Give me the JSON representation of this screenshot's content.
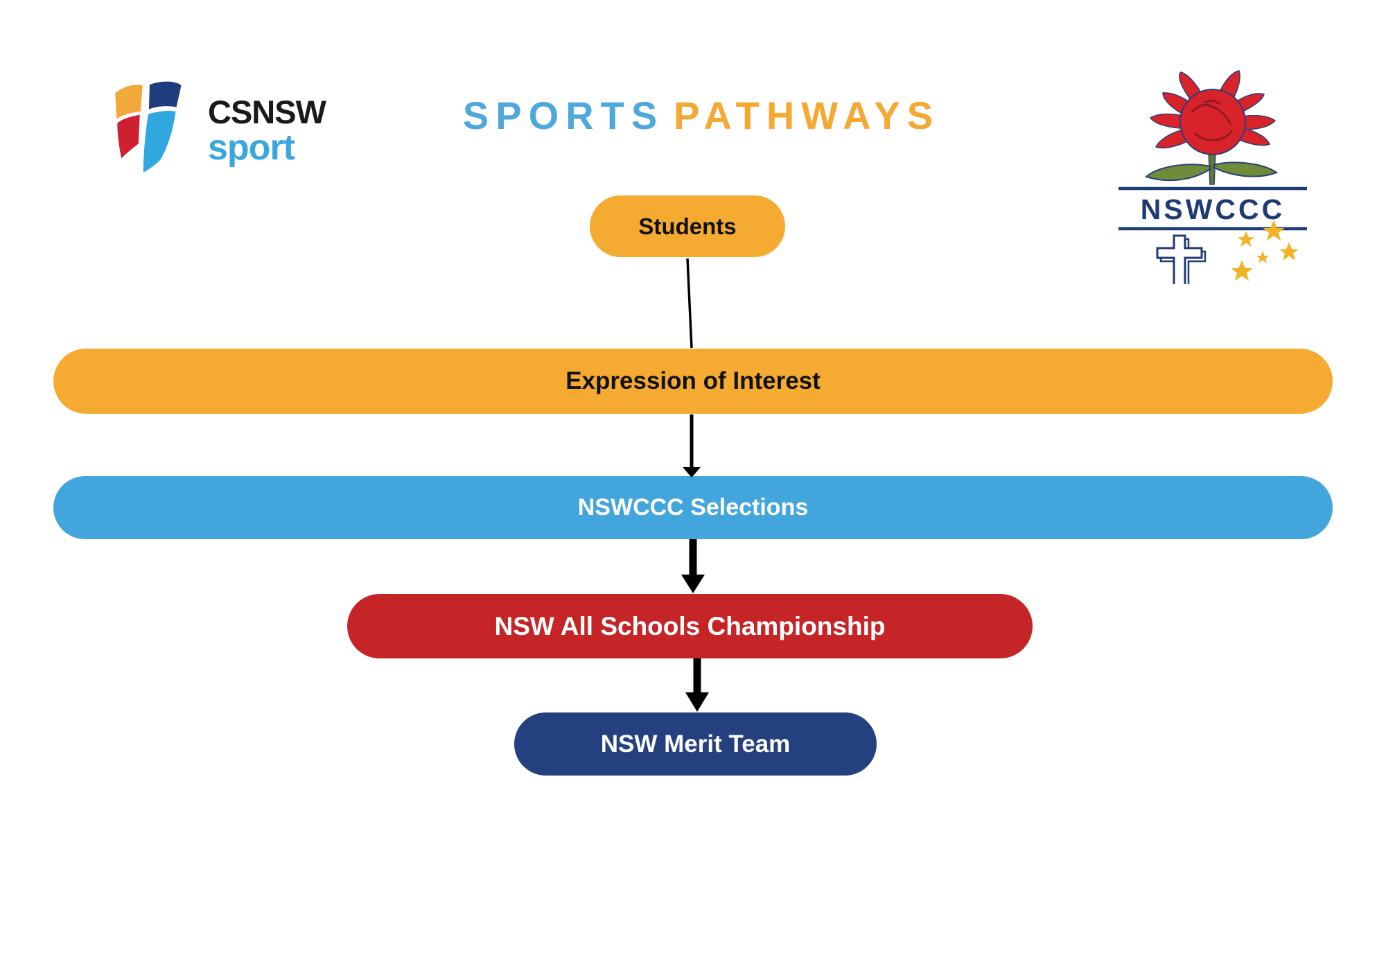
{
  "csnsw_logo": {
    "title": "CSNSW",
    "subtitle": "sport",
    "colors": {
      "quad_yellow": "#F2A93B",
      "quad_navy": "#1F3C7C",
      "quad_red": "#CE2030",
      "quad_blue": "#2FA8E0",
      "title_black": "#1a1a1a",
      "subtitle_blue": "#3AA6DE"
    }
  },
  "title": {
    "word1": "SPORTS",
    "word2": "PATHWAYS",
    "word1_color": "#4FA8DC",
    "word2_color": "#F5A832"
  },
  "nswccc_logo": {
    "label": "NSWCCC",
    "navy": "#1F3B75",
    "flower_red": "#D8232A",
    "leaf_green": "#6E8C3A",
    "star_gold": "#F0B429"
  },
  "flow": {
    "connector_color": "#000000",
    "nodes": [
      {
        "label": "Students",
        "bg": "#F5AB31",
        "color": "#111111"
      },
      {
        "label": "Expression of Interest",
        "bg": "#F5AB31",
        "color": "#111111"
      },
      {
        "label": "NSWCCC Selections",
        "bg": "#42A5DB",
        "color": "#FFFFFF"
      },
      {
        "label": "NSW All Schools Championship",
        "bg": "#C62527",
        "color": "#FFFFFF"
      },
      {
        "label": "NSW Merit Team",
        "bg": "#24407E",
        "color": "#FFFFFF"
      }
    ]
  }
}
